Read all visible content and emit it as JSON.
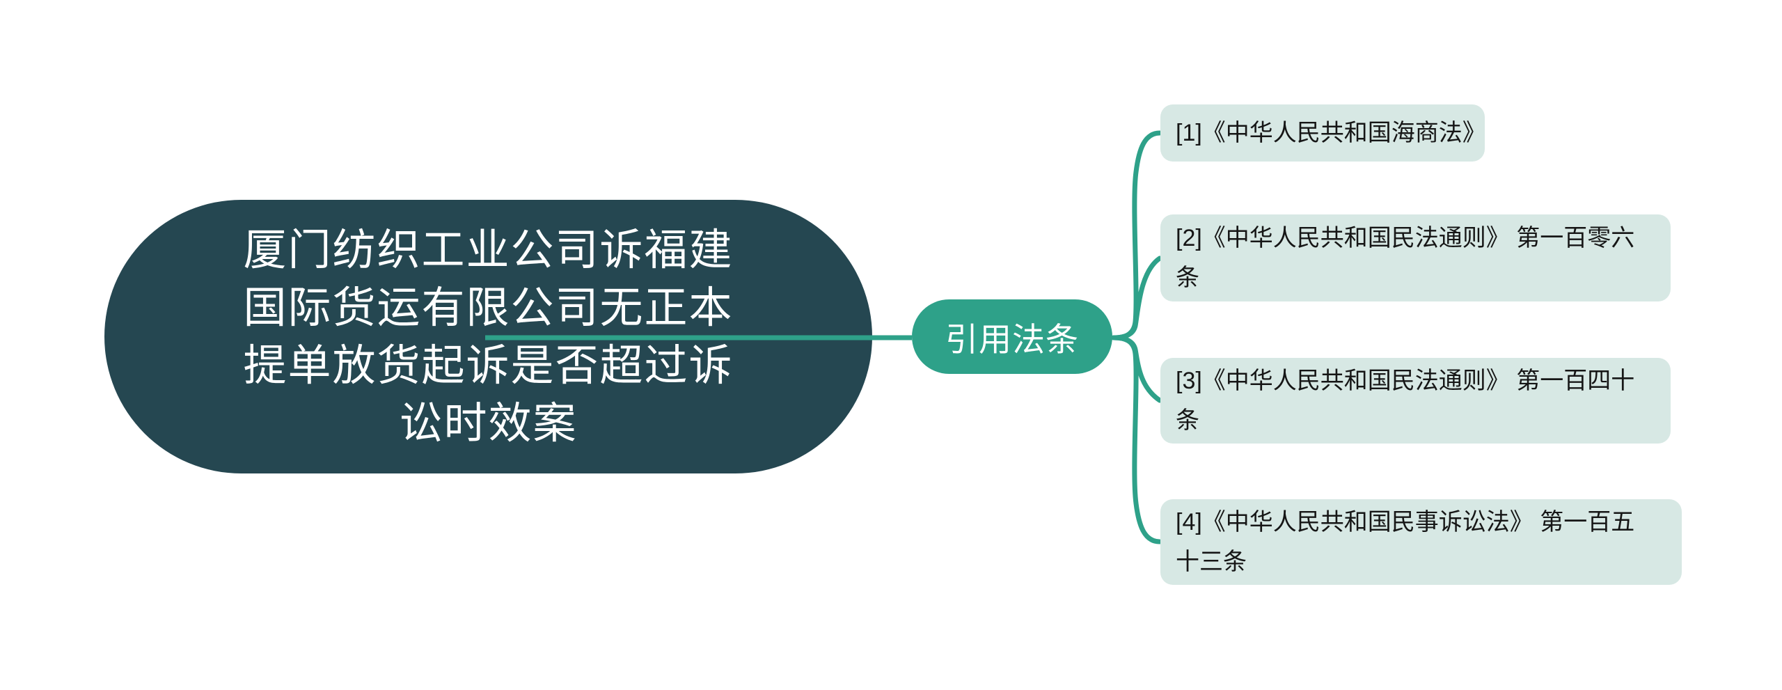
{
  "canvas": {
    "background": "#ffffff"
  },
  "root_node": {
    "text": "厦门纺织工业公司诉福建\n国际货运有限公司无正本\n提单放货起诉是否超过诉\n讼时效案",
    "fill": "#254751",
    "text_color": "#ffffff"
  },
  "branch_node": {
    "label": "引用法条",
    "fill": "#2EA189",
    "text_color": "#ffffff"
  },
  "leaf_nodes": [
    {
      "label": "[1]《中华人民共和国海商法》"
    },
    {
      "label": "[2]《中华人民共和国民法通则》 第一百零六\n条"
    },
    {
      "label": "[3]《中华人民共和国民法通则》 第一百四十\n条"
    },
    {
      "label": "[4]《中华人民共和国民事诉讼法》 第一百五\n十三条"
    }
  ],
  "leaf_style": {
    "fill": "#D7E8E4",
    "text_color": "#161616"
  },
  "connector_color": "#2EA189"
}
